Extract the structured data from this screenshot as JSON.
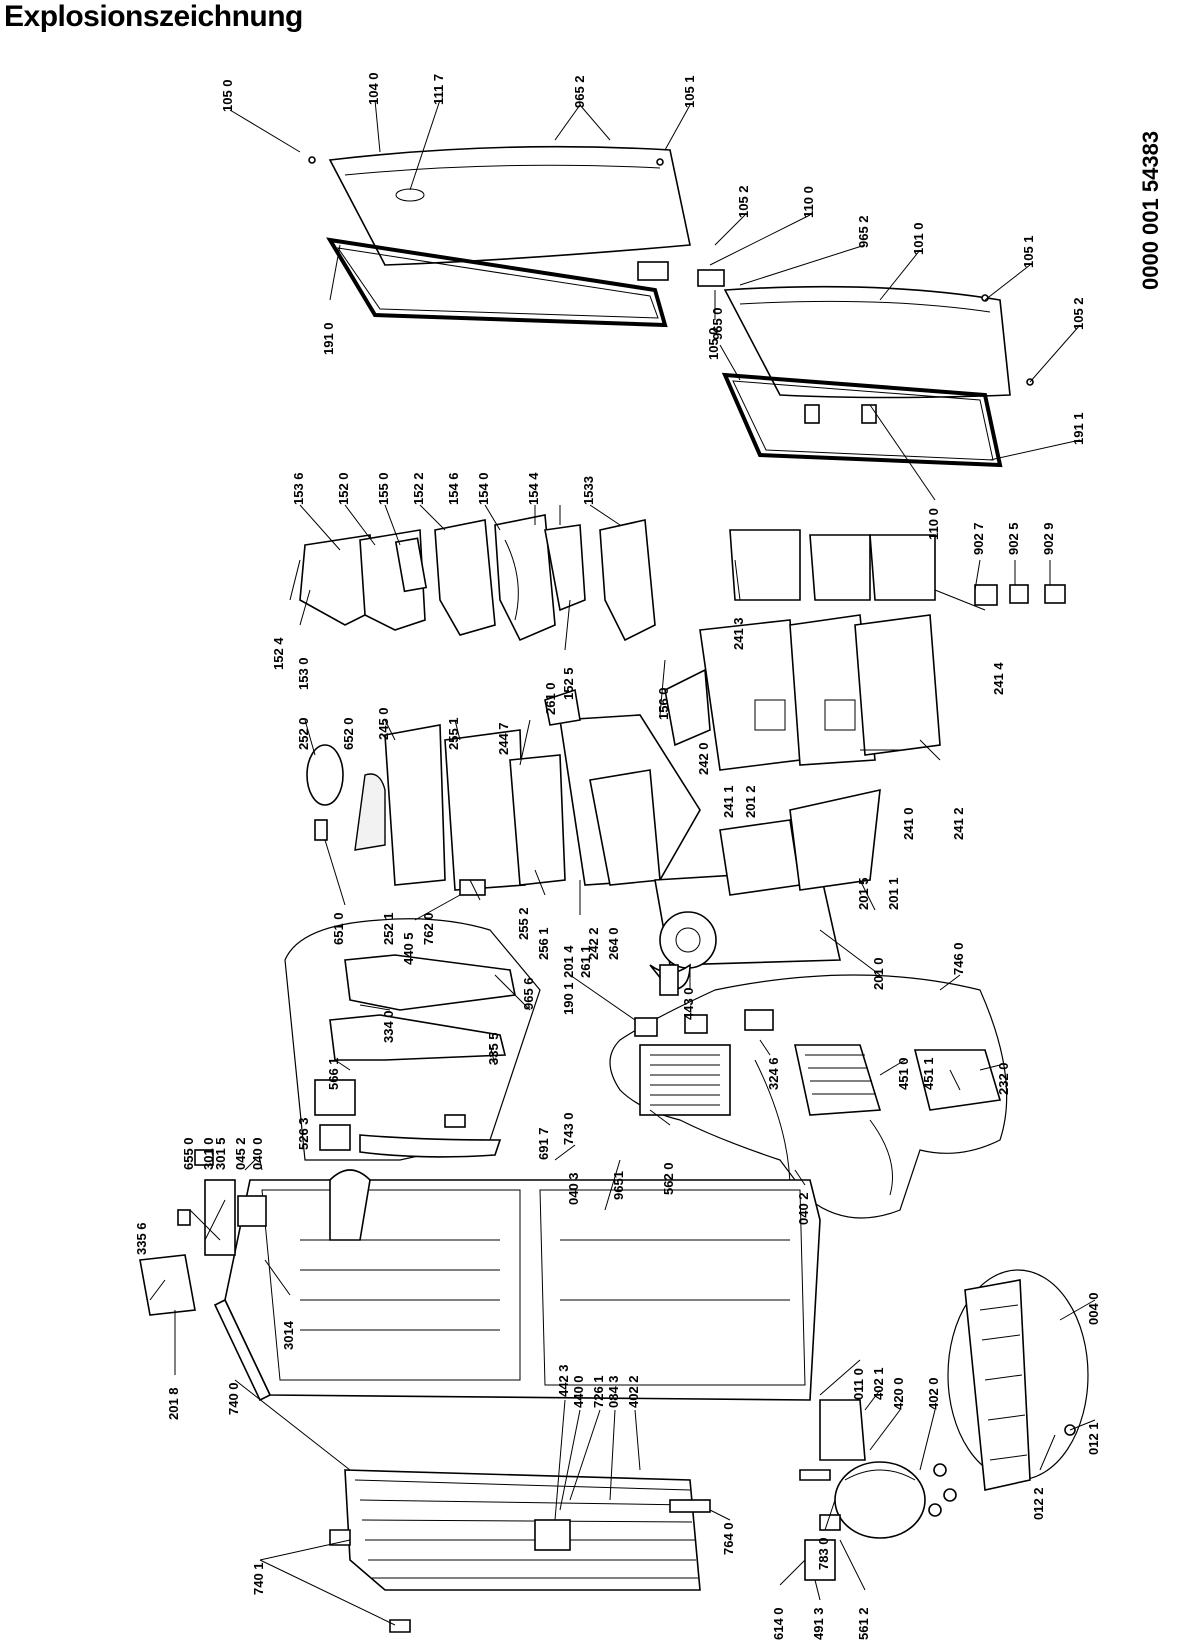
{
  "title": "Explosionszeichnung",
  "document_number": "0000 001 54383",
  "labels": [
    "105 0",
    "104 0",
    "111 7",
    "965 2",
    "105 1",
    "105 2",
    "110 0",
    "965 2",
    "101 0",
    "105 1",
    "191 0",
    "105 0",
    "965 0",
    "105 2",
    "191 1",
    "110 0",
    "902 7",
    "902 5",
    "902 9",
    "153 6",
    "152 0",
    "155 0",
    "152 2",
    "154 6",
    "154 0",
    "154 4",
    "1533",
    "152 4",
    "153 0",
    "152 5",
    "261 0",
    "156 0",
    "241 3",
    "241 4",
    "252 0",
    "652 0",
    "245 0",
    "255 1",
    "244 7",
    "242 0",
    "241 1",
    "201 2",
    "241 0",
    "241 2",
    "651 0",
    "252 1",
    "440 5",
    "762 0",
    "255 2",
    "256 1",
    "242 2",
    "264 0",
    "201 4",
    "261 1",
    "201 5",
    "201 1",
    "201 0",
    "443 0",
    "190 1",
    "746 0",
    "965 6",
    "334 0",
    "335 5",
    "566 1",
    "743 0",
    "691 7",
    "526 3",
    "324 6",
    "451 0",
    "451 1",
    "232 0",
    "562 0",
    "040 3",
    "9651",
    "040 2",
    "655 0",
    "301 0",
    "301 5",
    "045 2",
    "040 0",
    "335 6",
    "3014",
    "201 8",
    "740 0",
    "442 3",
    "440 0",
    "726 1",
    "084 3",
    "402 2",
    "011 0",
    "402 1",
    "420 0",
    "402 0",
    "004 0",
    "012 1",
    "012 2",
    "783 0",
    "764 0",
    "740 1",
    "614 0",
    "491 3",
    "561 2"
  ]
}
